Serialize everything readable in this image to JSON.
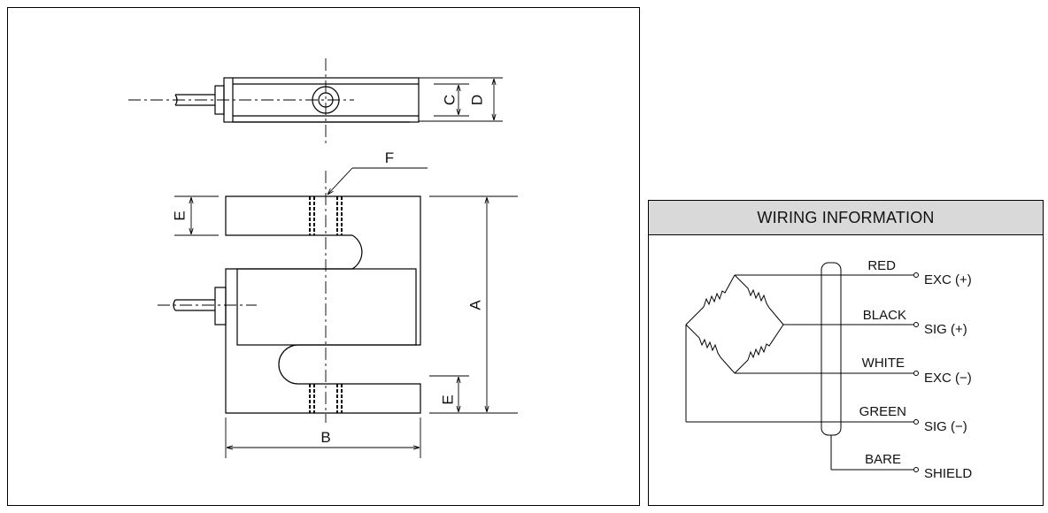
{
  "drawing": {
    "dimension_labels": {
      "a": "A",
      "b": "B",
      "c": "C",
      "d": "D",
      "e_top": "E",
      "e_bottom": "E",
      "f": "F"
    }
  },
  "wiring": {
    "title": "WIRING INFORMATION",
    "wires": [
      {
        "color": "RED",
        "signal": "EXC (+)"
      },
      {
        "color": "BLACK",
        "signal": "SIG (+)"
      },
      {
        "color": "WHITE",
        "signal": "EXC (−)"
      },
      {
        "color": "GREEN",
        "signal": "SIG (−)"
      },
      {
        "color": "BARE",
        "signal": "SHIELD"
      }
    ]
  }
}
